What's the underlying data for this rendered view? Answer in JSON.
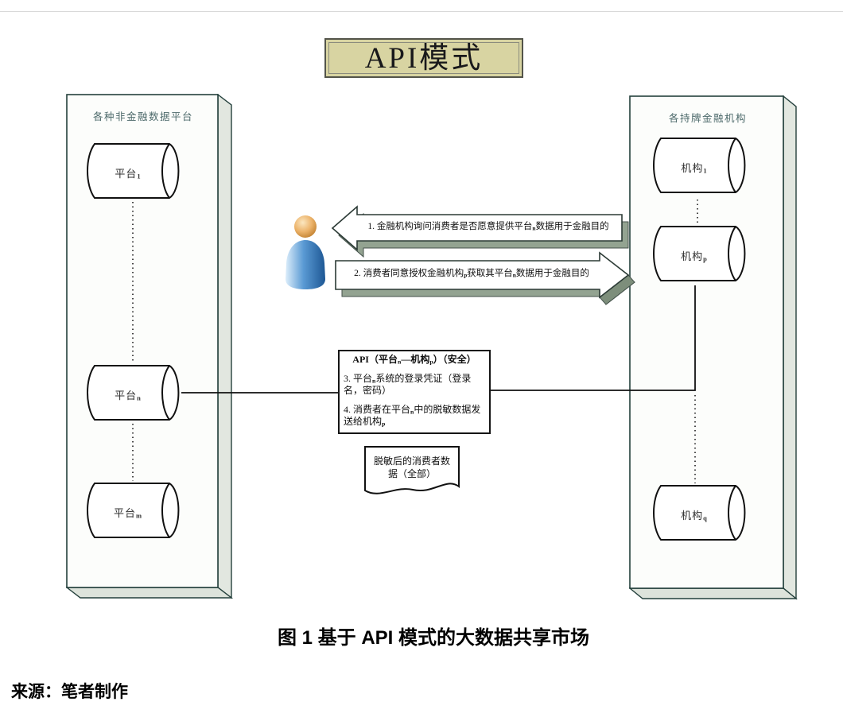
{
  "title_box": {
    "label": "API模式"
  },
  "left_panel": {
    "header": "各种非金融数据平台",
    "cylinders": [
      {
        "segments": [
          {
            "text": "平台"
          },
          {
            "text": "1",
            "sub": true
          }
        ]
      },
      {
        "segments": [
          {
            "text": "平台"
          },
          {
            "text": "n",
            "sub": true
          }
        ]
      },
      {
        "segments": [
          {
            "text": "平台"
          },
          {
            "text": "m",
            "sub": true
          }
        ]
      }
    ]
  },
  "right_panel": {
    "header": "各持牌金融机构",
    "cylinders": [
      {
        "segments": [
          {
            "text": "机构"
          },
          {
            "text": "1",
            "sub": true
          }
        ]
      },
      {
        "segments": [
          {
            "text": "机构"
          },
          {
            "text": "p",
            "sub": true
          }
        ]
      },
      {
        "segments": [
          {
            "text": "机构"
          },
          {
            "text": "q",
            "sub": true
          }
        ]
      }
    ]
  },
  "arrows": {
    "to_left": {
      "segments": [
        {
          "text": "1. 金融机构询问消费者是否愿意提供平台"
        },
        {
          "text": "n",
          "sub": true
        },
        {
          "text": "数据用于金融目的"
        }
      ]
    },
    "to_right": {
      "segments": [
        {
          "text": "2. 消费者同意授权金融机构"
        },
        {
          "text": "p",
          "sub": true
        },
        {
          "text": "获取其平台"
        },
        {
          "text": "n",
          "sub": true
        },
        {
          "text": "数据用于金融目的"
        }
      ]
    }
  },
  "api_box": {
    "title_segments": [
      {
        "text": "API（平台"
      },
      {
        "text": "n",
        "sub": true
      },
      {
        "text": "—机构"
      },
      {
        "text": "p",
        "sub": true
      },
      {
        "text": "）（安全）"
      }
    ],
    "item3_segments": [
      {
        "text": "3. 平台"
      },
      {
        "text": "n",
        "sub": true
      },
      {
        "text": "系统的登录凭证（登录名，密码）"
      }
    ],
    "item4_segments": [
      {
        "text": "4. 消费者在平台"
      },
      {
        "text": "n",
        "sub": true
      },
      {
        "text": "中的脱敏数据发送给机构"
      },
      {
        "text": "p",
        "sub": true
      }
    ]
  },
  "document_note": {
    "text": "脱敏后的消费者数据（全部）"
  },
  "caption": "图 1 基于 API 模式的大数据共享市场",
  "source": "来源：笔者制作",
  "icons": {
    "person": "consumer-person-icon"
  },
  "colors": {
    "title_box_fill": "#d8d4a2",
    "panel_fill": "#fcfdfb",
    "panel_side_fill": "#e2e7e0",
    "panel_stroke": "#24403c",
    "arrow_shadow": "#93a391",
    "header_text": "#4d6a6b"
  }
}
